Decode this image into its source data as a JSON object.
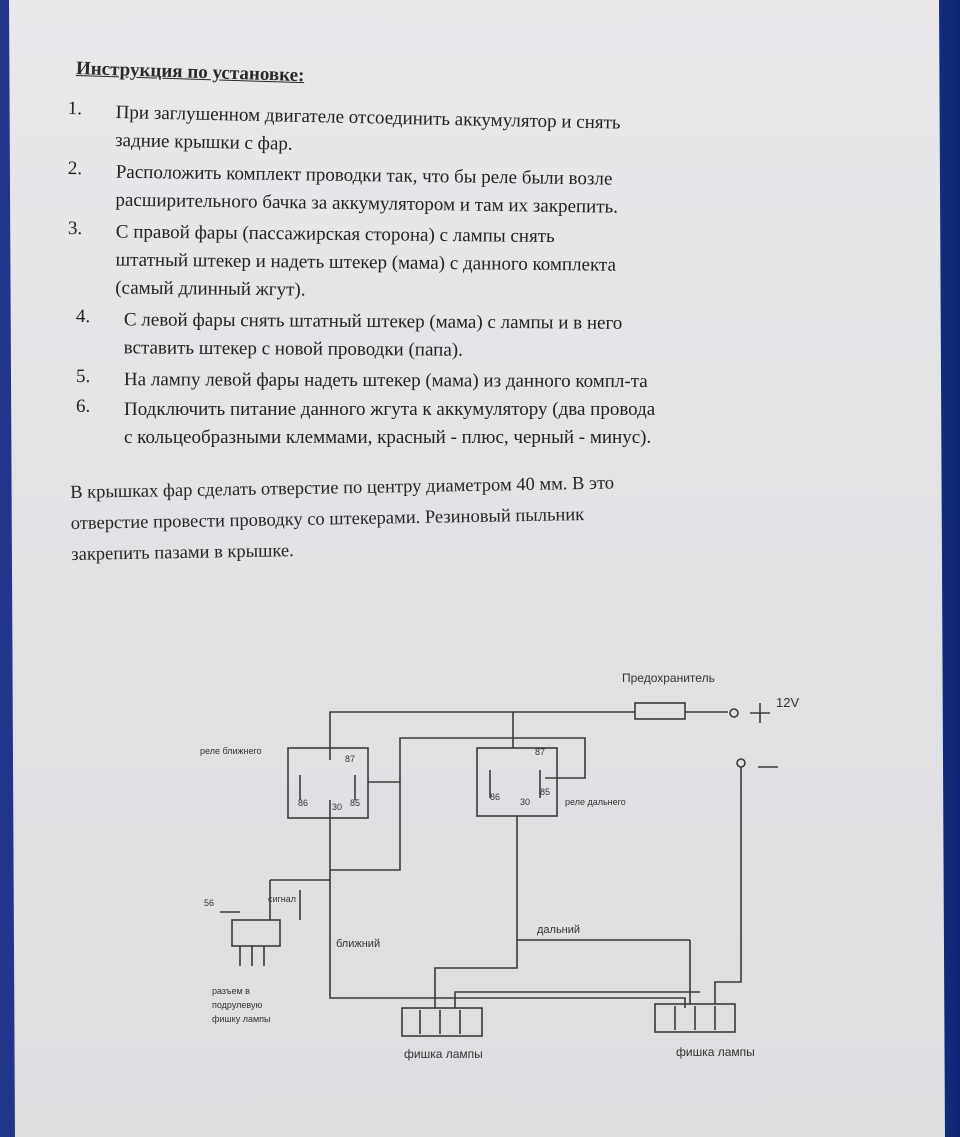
{
  "document": {
    "heading": "Инструкция по установке:",
    "steps": [
      {
        "num": "1.",
        "lines": [
          "При заглушенном двигателе отсоединить аккумулятор  и снять",
          "задние крышки с фар."
        ]
      },
      {
        "num": "2.",
        "lines": [
          "Расположить комплект проводки так, что бы реле были возле",
          "расширительного бачка за аккумулятором и там их закрепить."
        ]
      },
      {
        "num": "3.",
        "lines": [
          "С правой фары (пассажирская сторона) с лампы снять",
          "штатный штекер и надеть штекер (мама) с данного комплекта",
          "(самый длинный жгут)."
        ]
      },
      {
        "num": "4.",
        "lines": [
          "С левой фары снять штатный штекер (мама) с лампы и в него",
          "вставить штекер с новой проводки (папа)."
        ]
      },
      {
        "num": "5.",
        "lines": [
          "На лампу левой фары надеть штекер (мама) из данного компл-та"
        ]
      },
      {
        "num": "6.",
        "lines": [
          "Подключить питание данного жгута к аккумулятору (два провода",
          "с кольцеобразными клеммами, красный - плюс, черный - минус)."
        ]
      }
    ],
    "note_lines": [
      "В крышках фар сделать отверстие по центру диаметром 40 мм. В это",
      "отверстие провести проводку со штекерами. Резиновый пыльник",
      "закрепить пазами в крышке."
    ]
  },
  "diagram": {
    "fuse_label": "Предохранитель",
    "voltage_label": "12V",
    "plus_sign": "+",
    "minus_sign": "—",
    "relay_low_label": "реле ближнего",
    "relay_high_label": "реле дальнего",
    "pin_87": "87",
    "pin_86": "86",
    "pin_85": "85",
    "pin_30": "30",
    "wire_low_label": "ближний",
    "wire_high_label": "дальний",
    "signal_label": "сигнал",
    "sig_pin_label": "56",
    "connector_note_lines": [
      "разъем в",
      "подрулевую",
      "фишку лампы"
    ],
    "connector_left_label": "фишка лампы",
    "connector_right_label": "фишка лампы"
  }
}
